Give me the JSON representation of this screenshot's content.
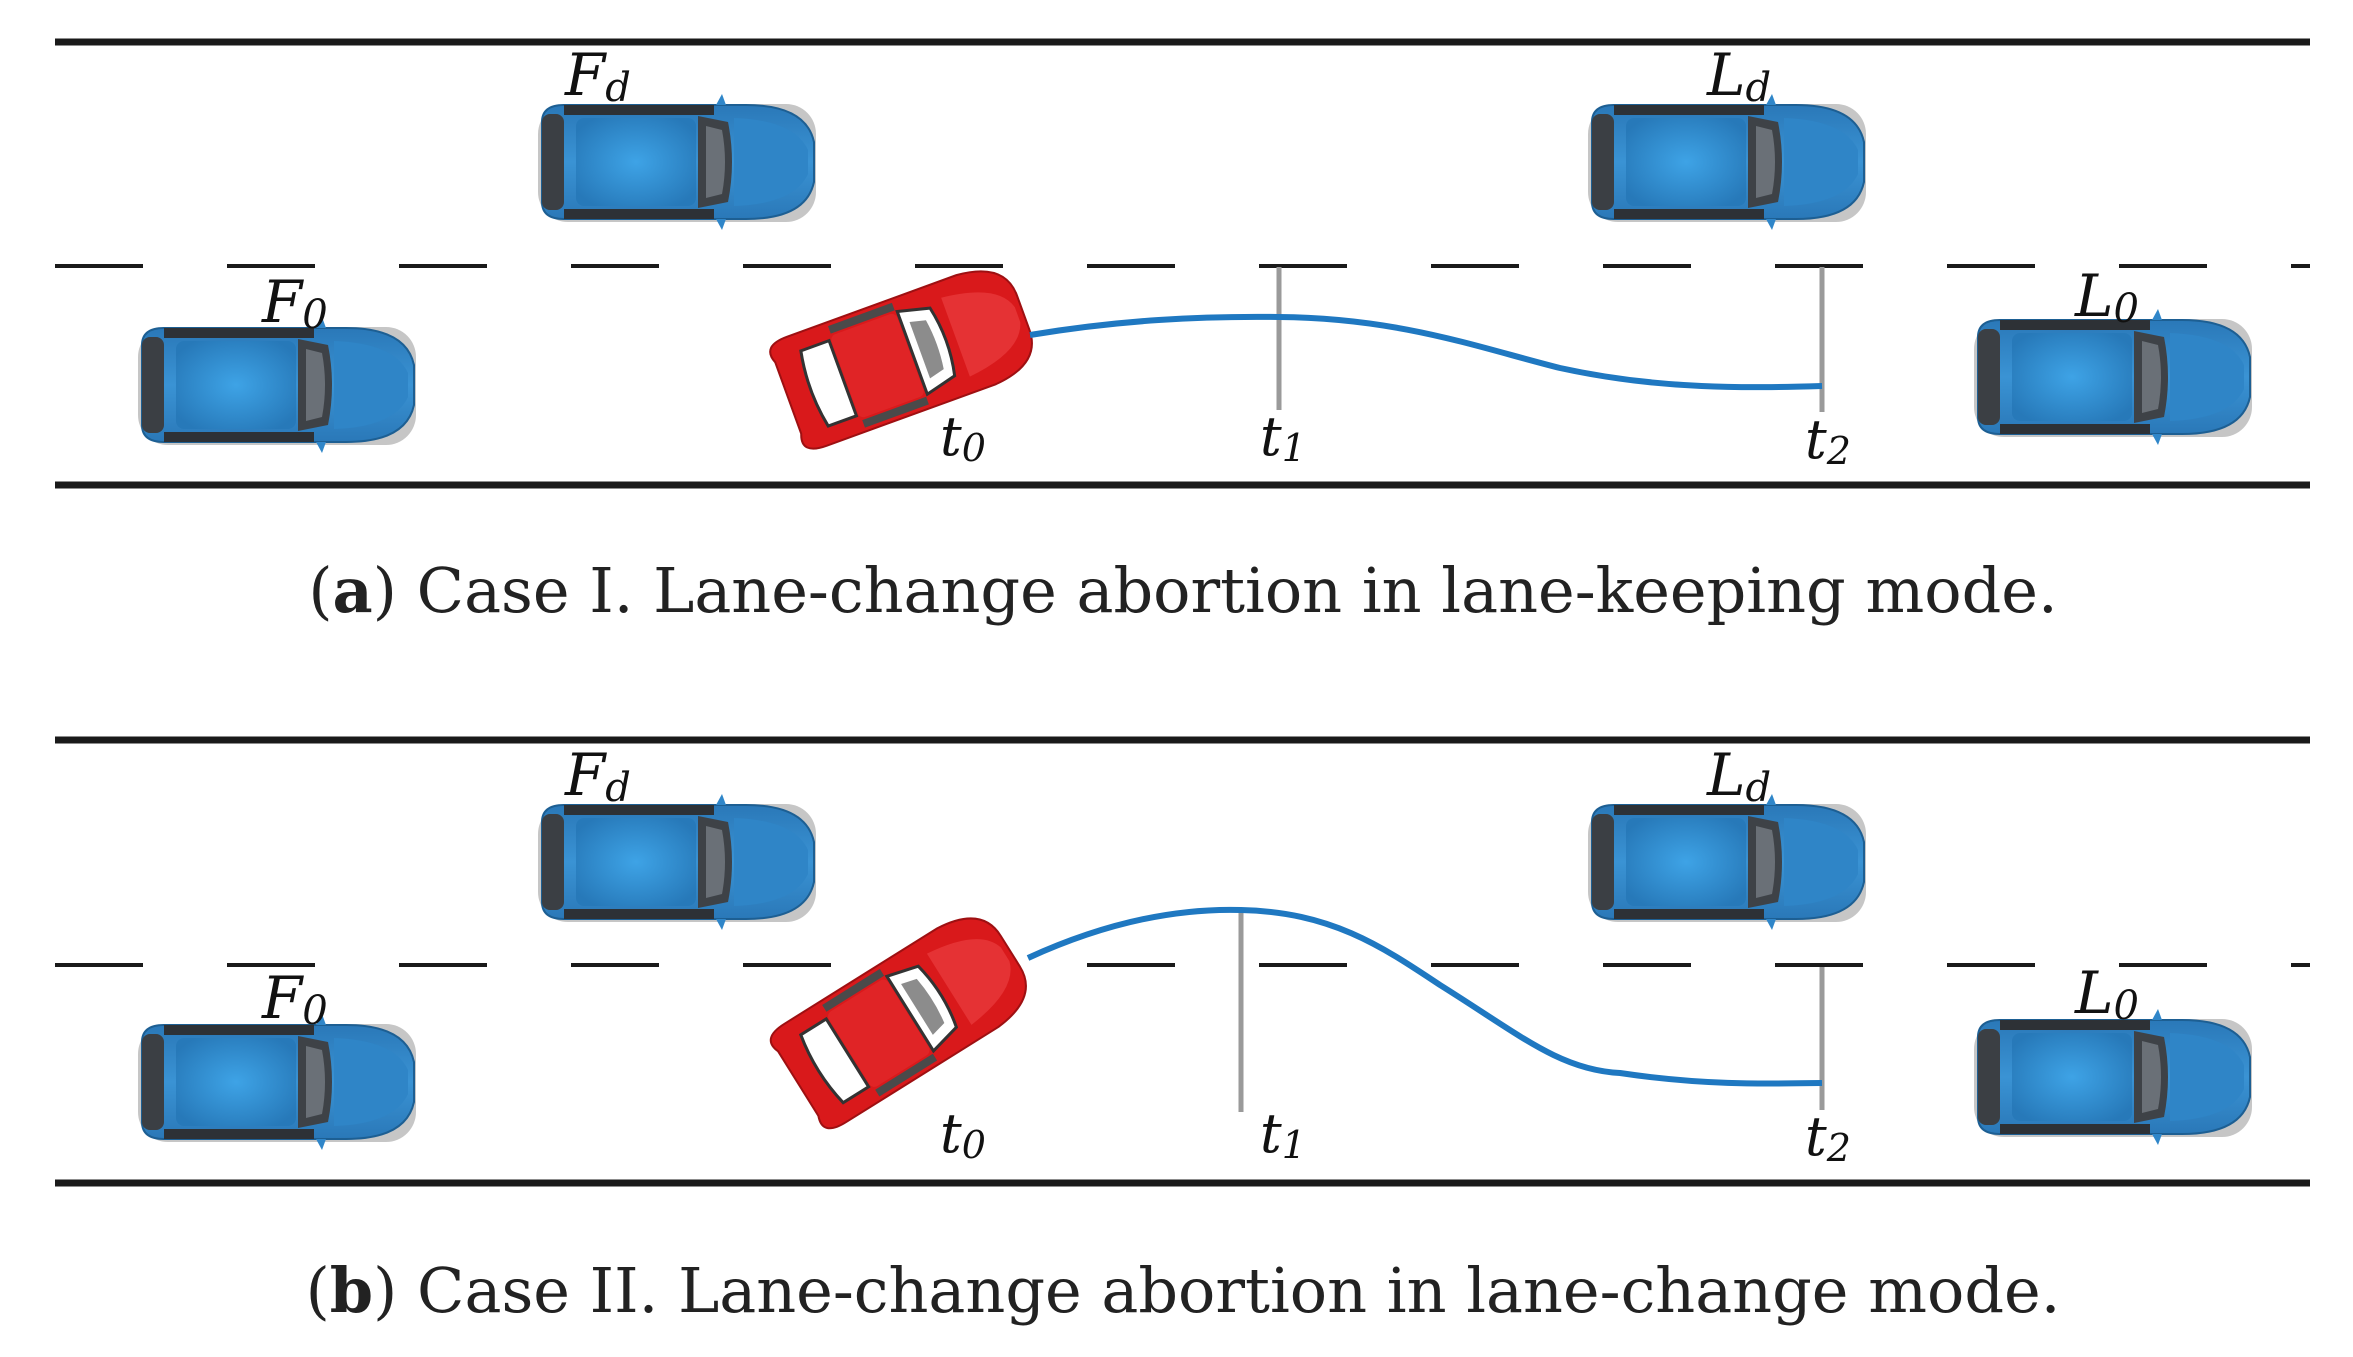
{
  "colors": {
    "road_line": "#1a1a1a",
    "trajectory": "#1f78c1",
    "time_marker": "#9a9a9a",
    "ego_car": "#d9191b",
    "other_car": "#2f86c9"
  },
  "panels": [
    {
      "id": "a",
      "caption": {
        "tag": "a",
        "text": "Case I. Lane-change abortion in lane-keeping mode."
      },
      "vehicles": {
        "Fd": {
          "main": "F",
          "sub": "d"
        },
        "Ld": {
          "main": "L",
          "sub": "d"
        },
        "F0": {
          "main": "F",
          "sub": "0"
        },
        "L0": {
          "main": "L",
          "sub": "0"
        }
      },
      "times": [
        {
          "main": "t",
          "sub": "0"
        },
        {
          "main": "t",
          "sub": "1"
        },
        {
          "main": "t",
          "sub": "2"
        }
      ]
    },
    {
      "id": "b",
      "caption": {
        "tag": "b",
        "text": "Case II. Lane-change abortion in lane-change mode."
      },
      "vehicles": {
        "Fd": {
          "main": "F",
          "sub": "d"
        },
        "Ld": {
          "main": "L",
          "sub": "d"
        },
        "F0": {
          "main": "F",
          "sub": "0"
        },
        "L0": {
          "main": "L",
          "sub": "0"
        }
      },
      "times": [
        {
          "main": "t",
          "sub": "0"
        },
        {
          "main": "t",
          "sub": "1"
        },
        {
          "main": "t",
          "sub": "2"
        }
      ]
    }
  ]
}
